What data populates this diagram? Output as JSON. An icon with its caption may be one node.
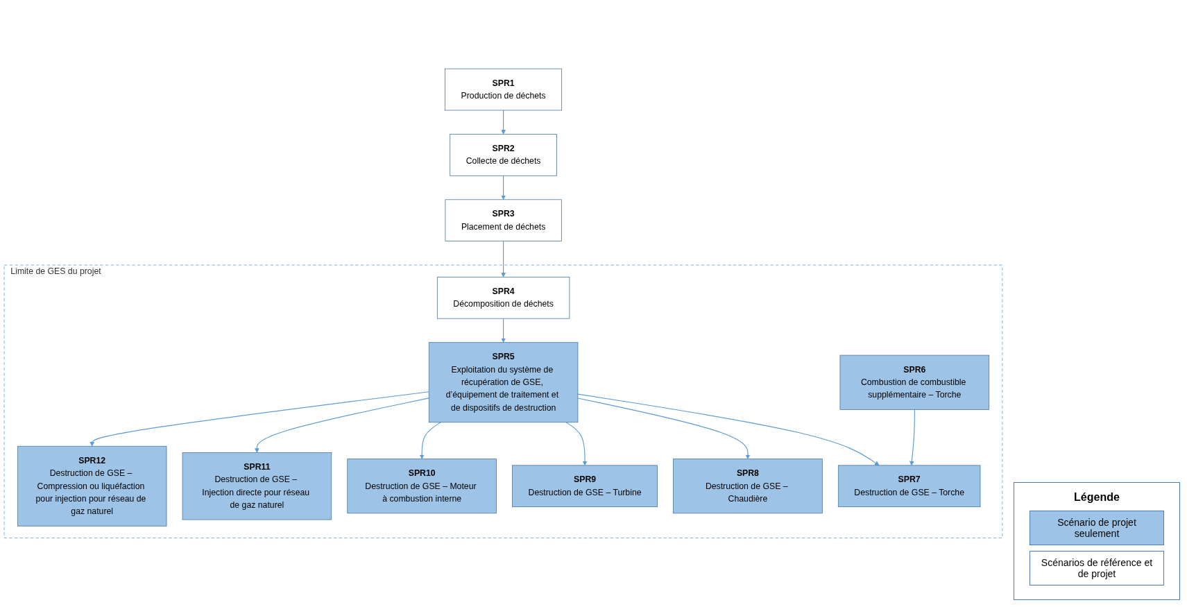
{
  "diagram": {
    "nodes": [
      {
        "text": [
          "SPR1",
          "Production de déchets"
        ]
      },
      {
        "text": [
          "SPR2",
          "Collecte de déchets"
        ]
      },
      {
        "text": [
          "SPR3",
          "Placement de déchets"
        ]
      },
      {
        "text": [
          "Limite de GES du projet"
        ]
      },
      {
        "text": [
          "SPR4",
          "Décomposition de déchets"
        ],
        "in": 3
      },
      {
        "text": [
          "SPR5",
          "Exploitation du système de récupération de GSE, d’équipement de traitement et de dispositifs de destruction"
        ],
        "in": 3
      },
      {
        "text": [
          "SPR11",
          "Destruction de GSE – Injection directe pour réseau de gaz naturel"
        ],
        "in": 3
      },
      {
        "text": [
          "SPR7",
          "Destruction de GSE – Torche"
        ],
        "in": 3
      },
      {
        "text": [
          "SPR8",
          "Destruction de GSE – Chaudière"
        ],
        "in": 3
      },
      {
        "text": [
          "SPR9",
          "Destruction de GSE – Turbine"
        ],
        "in": 3
      },
      {
        "text": [
          "SPR10",
          "Destruction de GSE – Moteur à combustion interne"
        ],
        "in": 3
      },
      {
        "text": [
          "SPR12",
          "Destruction de GSE – Compression ou liquéfaction pour injection pour réseau de gaz naturel"
        ],
        "in": 3
      },
      {
        "text": [
          "SPR6",
          "Combustion de combustible supplémentaire – Torche"
        ],
        "in": 3
      }
    ],
    "edges": [
      {
        "from": 0,
        "to": 1,
        "arrow": "to"
      },
      {
        "from": 1,
        "to": 2,
        "arrow": "to"
      },
      {
        "from": 2,
        "to": 4,
        "arrow": "to"
      },
      {
        "from": 4,
        "to": 5,
        "arrow": "to"
      },
      {
        "from": 5,
        "to": 7,
        "arrow": "to"
      },
      {
        "from": 5,
        "to": 8,
        "arrow": "to"
      },
      {
        "from": 5,
        "to": 9,
        "arrow": "to"
      },
      {
        "from": 5,
        "to": 10,
        "arrow": "to"
      },
      {
        "from": 5,
        "to": 6,
        "arrow": "to"
      },
      {
        "from": 5,
        "to": 11,
        "arrow": "to"
      },
      {
        "from": 12,
        "to": 7,
        "arrow": "to"
      }
    ],
    "labels": [
      "Légende"
    ],
    "legend": [
      {
        "text": "Scénario de projet seulement",
        "color": "#9dc3e6"
      },
      {
        "text": "Scénarios de référence et de projet",
        "color": "#ffffff"
      }
    ]
  }
}
